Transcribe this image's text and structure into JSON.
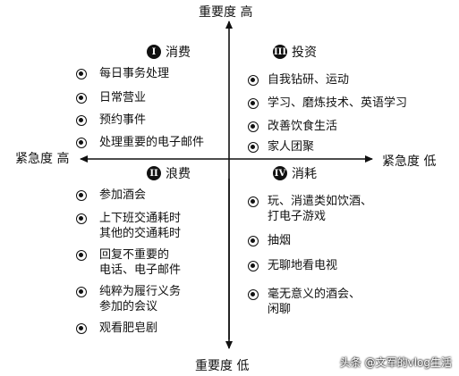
{
  "axes": {
    "top": "重要度 高",
    "bottom": "重要度 低",
    "left": "紧急度 高",
    "right": "紧急度 低"
  },
  "quadrants": {
    "q1": {
      "numeral": "I",
      "title": "消费",
      "items": [
        "每日事务处理",
        "日常营业",
        "预约事件",
        "处理重要的电子邮件"
      ]
    },
    "q2": {
      "numeral": "II",
      "title": "浪费",
      "items": [
        "参加酒会",
        "上下班交通耗时",
        "其他的交通耗时",
        "回复不重要的",
        "电话、电子邮件",
        "纯粹为履行义务",
        "参加的会议",
        "观看肥皂剧"
      ]
    },
    "q3": {
      "numeral": "III",
      "title": "投资",
      "items": [
        "自我钻研、运动",
        "学习、磨炼技术、英语学习",
        "改善饮食生活",
        "家人团聚"
      ]
    },
    "q4": {
      "numeral": "IV",
      "title": "消耗",
      "items": [
        "玩、消遣类如饮酒、",
        "打电子游戏",
        "抽烟",
        "无聊地看电视",
        "毫无意义的酒会、",
        "闲聊"
      ]
    }
  },
  "watermark": "头条 @文军的vlog生活"
}
